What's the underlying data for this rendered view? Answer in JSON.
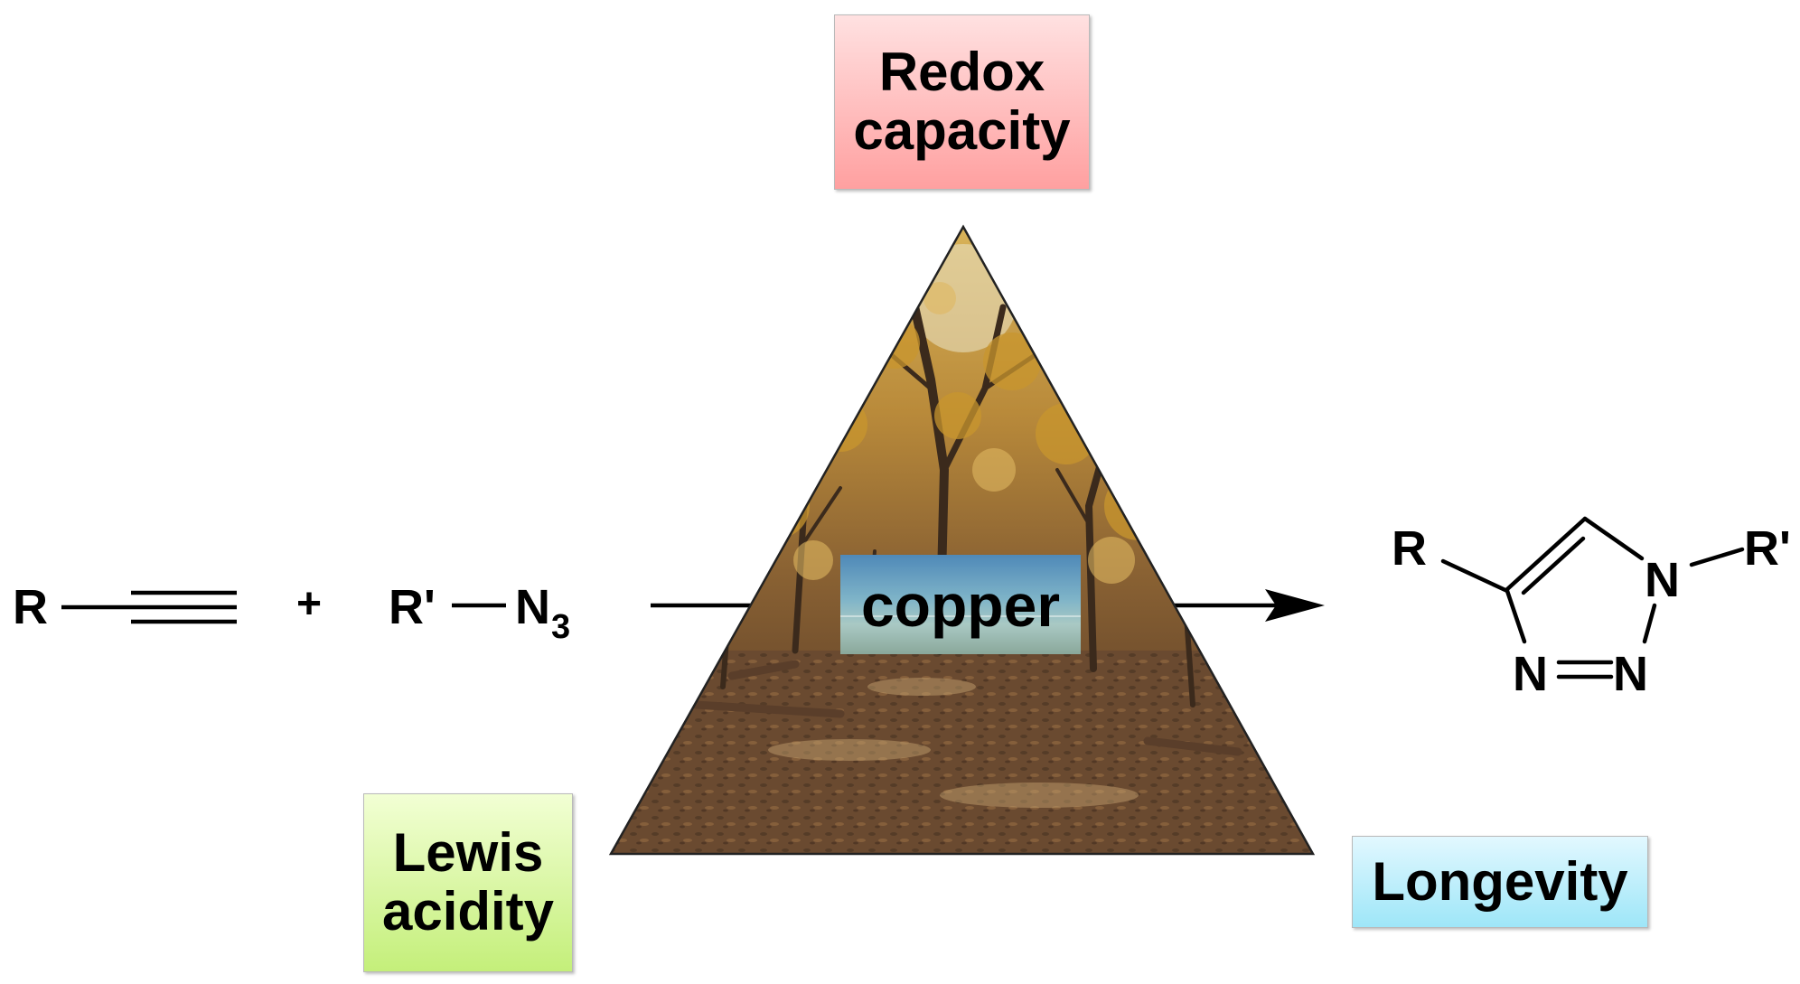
{
  "reaction": {
    "alkyne_r": "R",
    "plus": "+",
    "azide_r": "R'",
    "azide_n": "N",
    "azide_sub": "3",
    "product_r": "R",
    "product_r2": "R'",
    "product_n1": "N",
    "product_n2": "N",
    "product_n3": "N"
  },
  "pyramid": {
    "center_label": "copper",
    "top_line1": "Redox",
    "top_line2": "capacity",
    "left_line1": "Lewis",
    "left_line2": "acidity",
    "right_label": "Longevity"
  },
  "colors": {
    "redox_box": "#ffb3b3",
    "lewis_box": "#d6f59a",
    "longevity_box": "#b8ecfb",
    "copper_box": "#5a9ab0"
  }
}
